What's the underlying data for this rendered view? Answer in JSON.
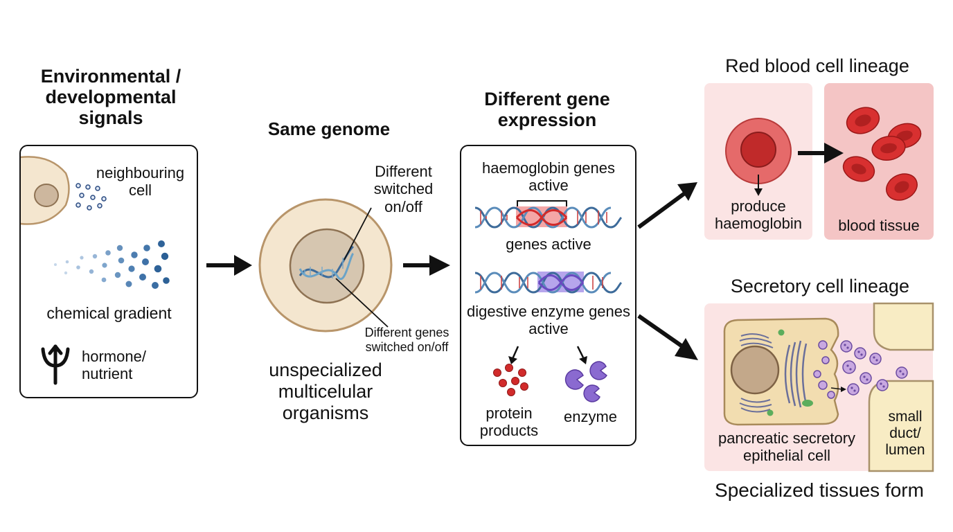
{
  "signals": {
    "title": "Environmental / developmental signals",
    "neighbouring_cell": "neighbouring cell",
    "chemical_gradient": "chemical gradient",
    "hormone": "hormone/ nutrient"
  },
  "genome": {
    "title": "Same genome",
    "callout_top": "Different switched on/off",
    "callout_bottom": "Different genes switched on/off",
    "caption": "unspecialized multicelular organisms"
  },
  "expression": {
    "title": "Different gene expression",
    "haemoglobin": "haemoglobin genes active",
    "genes_active": "genes active",
    "digestive": "digestive enzyme genes active",
    "protein": "protein products",
    "enzyme": "enzyme"
  },
  "red_lineage": {
    "title": "Red blood cell lineage",
    "produce": "produce haemoglobin",
    "tissue": "blood tissue"
  },
  "secretory_lineage": {
    "title": "Secretory cell lineage",
    "cell": "pancreatic secretory epithelial cell",
    "duct": "small duct/ lumen"
  },
  "footer": "Specialized tissues form",
  "colors": {
    "cell_fill": "#f4e6cf",
    "nucleus": "#c9b49a",
    "red": "#d22a2a",
    "purple": "#8a6ad0",
    "blue_dna": "#3d6b9a",
    "pink_panel": "#fbe4e4",
    "duct_fill": "#f8ecc4"
  }
}
